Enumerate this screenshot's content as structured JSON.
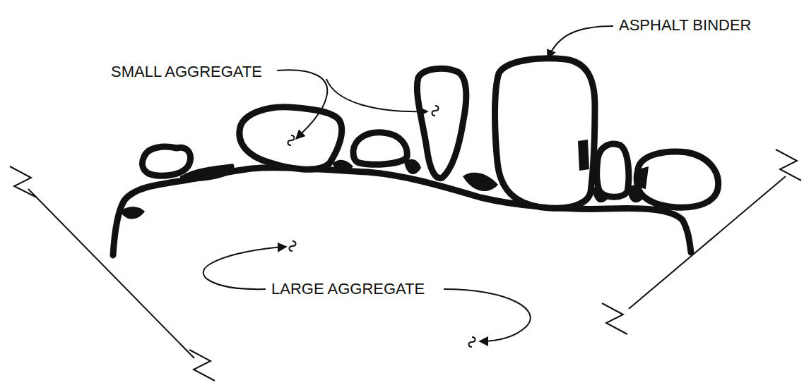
{
  "diagram": {
    "labels": [
      "SMALL AGGREGATE",
      "ASPHALT BINDER",
      "LARGE AGGREGATE"
    ]
  }
}
